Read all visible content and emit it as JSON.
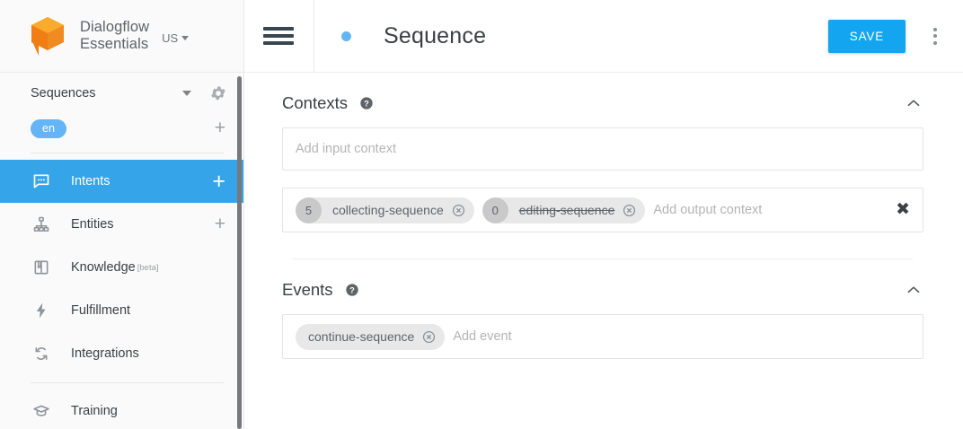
{
  "brand": {
    "logo_icon": "dialogflow-cube-logo",
    "name_line1": "Dialogflow",
    "name_line2": "Essentials",
    "region": "US",
    "region_caret_icon": "caret-down-icon"
  },
  "sidebar": {
    "agent": {
      "name": "Sequences",
      "dropdown_icon": "caret-down-icon",
      "settings_icon": "gear-icon"
    },
    "language": {
      "chip": "en",
      "add_icon": "plus-icon"
    },
    "items": [
      {
        "label": "Intents",
        "icon": "speech-bubble-icon",
        "active": true,
        "trailing": "plus-icon"
      },
      {
        "label": "Entities",
        "icon": "hierarchy-icon",
        "active": false,
        "trailing": "plus-icon"
      },
      {
        "label": "Knowledge",
        "icon": "book-icon",
        "active": false,
        "badge": "[beta]"
      },
      {
        "label": "Fulfillment",
        "icon": "bolt-icon",
        "active": false
      },
      {
        "label": "Integrations",
        "icon": "sync-icon",
        "active": false
      },
      {
        "label": "Training",
        "icon": "graduation-cap-icon",
        "active": false
      }
    ]
  },
  "header": {
    "menu_icon": "hamburger-icon",
    "status_dot_icon": "blue-dot-icon",
    "title": "Sequence",
    "save_label": "SAVE",
    "more_icon": "kebab-menu-icon"
  },
  "contexts": {
    "title": "Contexts",
    "help_icon": "help-circle-icon",
    "collapse_icon": "chevron-up-icon",
    "input_placeholder": "Add input context",
    "output_placeholder": "Add output context",
    "clear_icon": "close-x-icon",
    "output_chips": [
      {
        "lifespan": "5",
        "name": "collecting-sequence",
        "struck": false,
        "remove_icon": "circle-x-icon"
      },
      {
        "lifespan": "0",
        "name": "editing-sequence",
        "struck": true,
        "remove_icon": "circle-x-icon"
      }
    ]
  },
  "events": {
    "title": "Events",
    "help_icon": "help-circle-icon",
    "collapse_icon": "chevron-up-icon",
    "placeholder": "Add event",
    "chips": [
      {
        "name": "continue-sequence",
        "remove_icon": "circle-x-icon"
      }
    ]
  },
  "colors": {
    "accent_blue": "#14a5f0",
    "active_nav": "#35a4e8",
    "chip_blue": "#64b5f6",
    "logo_orange": "#f59324",
    "sidebar_bg": "#fafafa"
  }
}
